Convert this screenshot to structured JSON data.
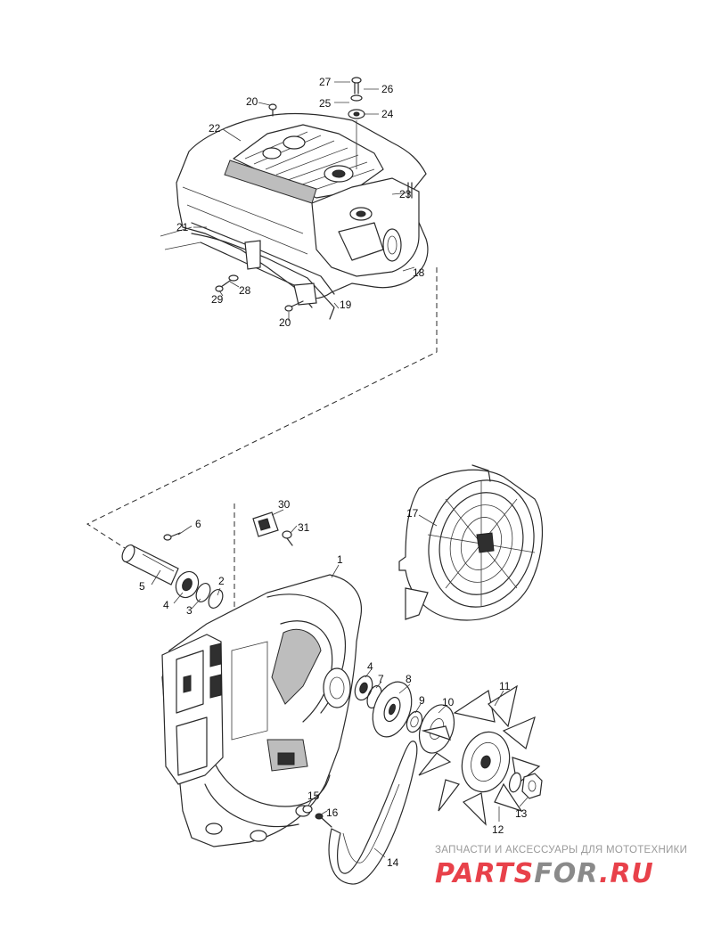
{
  "labels": {
    "l1": "1",
    "l2": "2",
    "l3": "3",
    "l4": "4",
    "l4b": "4",
    "l5": "5",
    "l6": "6",
    "l7": "7",
    "l8": "8",
    "l9": "9",
    "l10": "10",
    "l11": "11",
    "l12": "12",
    "l13": "13",
    "l14": "14",
    "l15": "15",
    "l16": "16",
    "l17": "17",
    "l18": "18",
    "l19": "19",
    "l20a": "20",
    "l20b": "20",
    "l21": "21",
    "l22": "22",
    "l23": "23",
    "l24": "24",
    "l25": "25",
    "l26": "26",
    "l27": "27",
    "l28": "28",
    "l29": "29",
    "l30": "30",
    "l31": "31"
  },
  "watermark": {
    "subtitle": "ЗАПЧАСТИ И АКСЕССУАРЫ ДЛЯ МОТОТЕХНИКИ",
    "brand_red": "PARTS",
    "brand_gray": "FOR",
    "brand_tail": ".RU",
    "color_red": "#e8414a",
    "color_gray": "#8a8a8a"
  }
}
